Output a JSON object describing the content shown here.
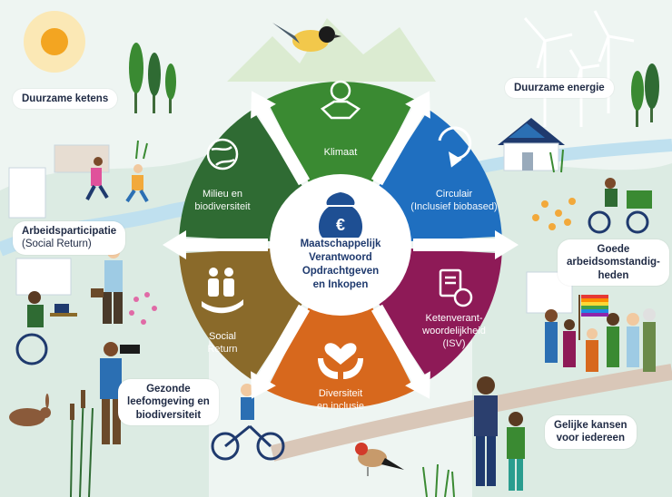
{
  "center": {
    "lines": [
      "Maatschappelijk",
      "Verantwoord",
      "Opdrachtgeven",
      "en Inkopen"
    ]
  },
  "segments": [
    {
      "key": "klimaat",
      "title": "Klimaat",
      "subtitle": "",
      "color": "#3a8a32",
      "icon": "handshake-globe-icon"
    },
    {
      "key": "circulair",
      "title": "Circulair",
      "subtitle": "(Inclusief biobased)",
      "color": "#1f6fc0",
      "icon": "recycle-arrows-icon"
    },
    {
      "key": "keten",
      "title": "Ketenverant-",
      "title2": "woordelijkheid",
      "subtitle": "(ISV)",
      "color": "#8e1a57",
      "icon": "document-globe-icon"
    },
    {
      "key": "diversiteit",
      "title": "Diversiteit",
      "subtitle": "en inclusie",
      "color": "#d7681d",
      "icon": "hands-heart-icon"
    },
    {
      "key": "social",
      "title": "Social",
      "subtitle": "Return",
      "color": "#8a6a2a",
      "icon": "people-hand-icon"
    },
    {
      "key": "milieu",
      "title": "Milieu en",
      "subtitle": "biodiversiteit",
      "color": "#2f6b33",
      "icon": "globe-leaf-icon"
    }
  ],
  "side_labels": {
    "duurzame_ketens": "Duurzame ketens",
    "duurzame_energie": "Duurzame energie",
    "arbeid_title": "Arbeidsparticipatie",
    "arbeid_sub": "(Social Return)",
    "goede_1": "Goede",
    "goede_2": "arbeidsomstandig-",
    "goede_3": "heden",
    "gezonde_1": "Gezonde",
    "gezonde_2": "leefomgeving en",
    "gezonde_3": "biodiversiteit",
    "gelijke_1": "Gelijke kansen",
    "gelijke_2": "voor iedereen"
  },
  "colors": {
    "background": "#eef5f2",
    "arrow": "#ffffff",
    "center_text": "#1f3a6e",
    "money_bag": "#1e4f93"
  },
  "icons": [
    "sun-icon",
    "bird-icon",
    "wind-turbine-icon",
    "house-solar-icon",
    "tree-icon",
    "cyclist-icon",
    "wheelchair-user-icon",
    "rabbit-icon",
    "pride-flag-icon",
    "money-bag-euro-icon"
  ]
}
